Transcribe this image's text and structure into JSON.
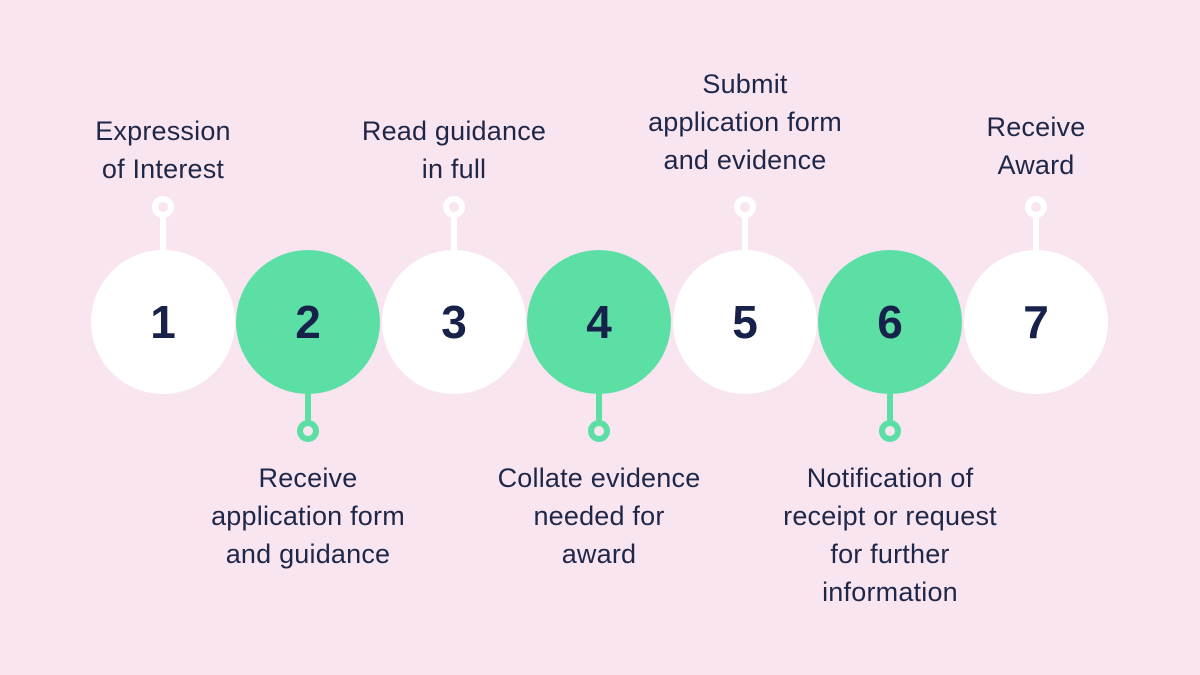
{
  "diagram": {
    "type": "process-timeline",
    "step_count": 7,
    "palette": {
      "background": "#F9E5F0",
      "circle_green": "#5BDFA4",
      "circle_white": "#FFFFFF",
      "text_navy": "#1F2749"
    },
    "steps": [
      {
        "number": "1",
        "label": "Expression\nof Interest",
        "circle_color": "white",
        "label_position": "above"
      },
      {
        "number": "2",
        "label": "Receive\napplication form\nand guidance",
        "circle_color": "green",
        "label_position": "below"
      },
      {
        "number": "3",
        "label": "Read guidance\nin full",
        "circle_color": "white",
        "label_position": "above"
      },
      {
        "number": "4",
        "label": "Collate evidence\nneeded for\naward",
        "circle_color": "green",
        "label_position": "below"
      },
      {
        "number": "5",
        "label": "Submit\napplication form\nand evidence",
        "circle_color": "white",
        "label_position": "above"
      },
      {
        "number": "6",
        "label": "Notification of\nreceipt or request\nfor further\ninformation",
        "circle_color": "green",
        "label_position": "below"
      },
      {
        "number": "7",
        "label": "Receive\nAward",
        "circle_color": "white",
        "label_position": "above"
      }
    ]
  }
}
